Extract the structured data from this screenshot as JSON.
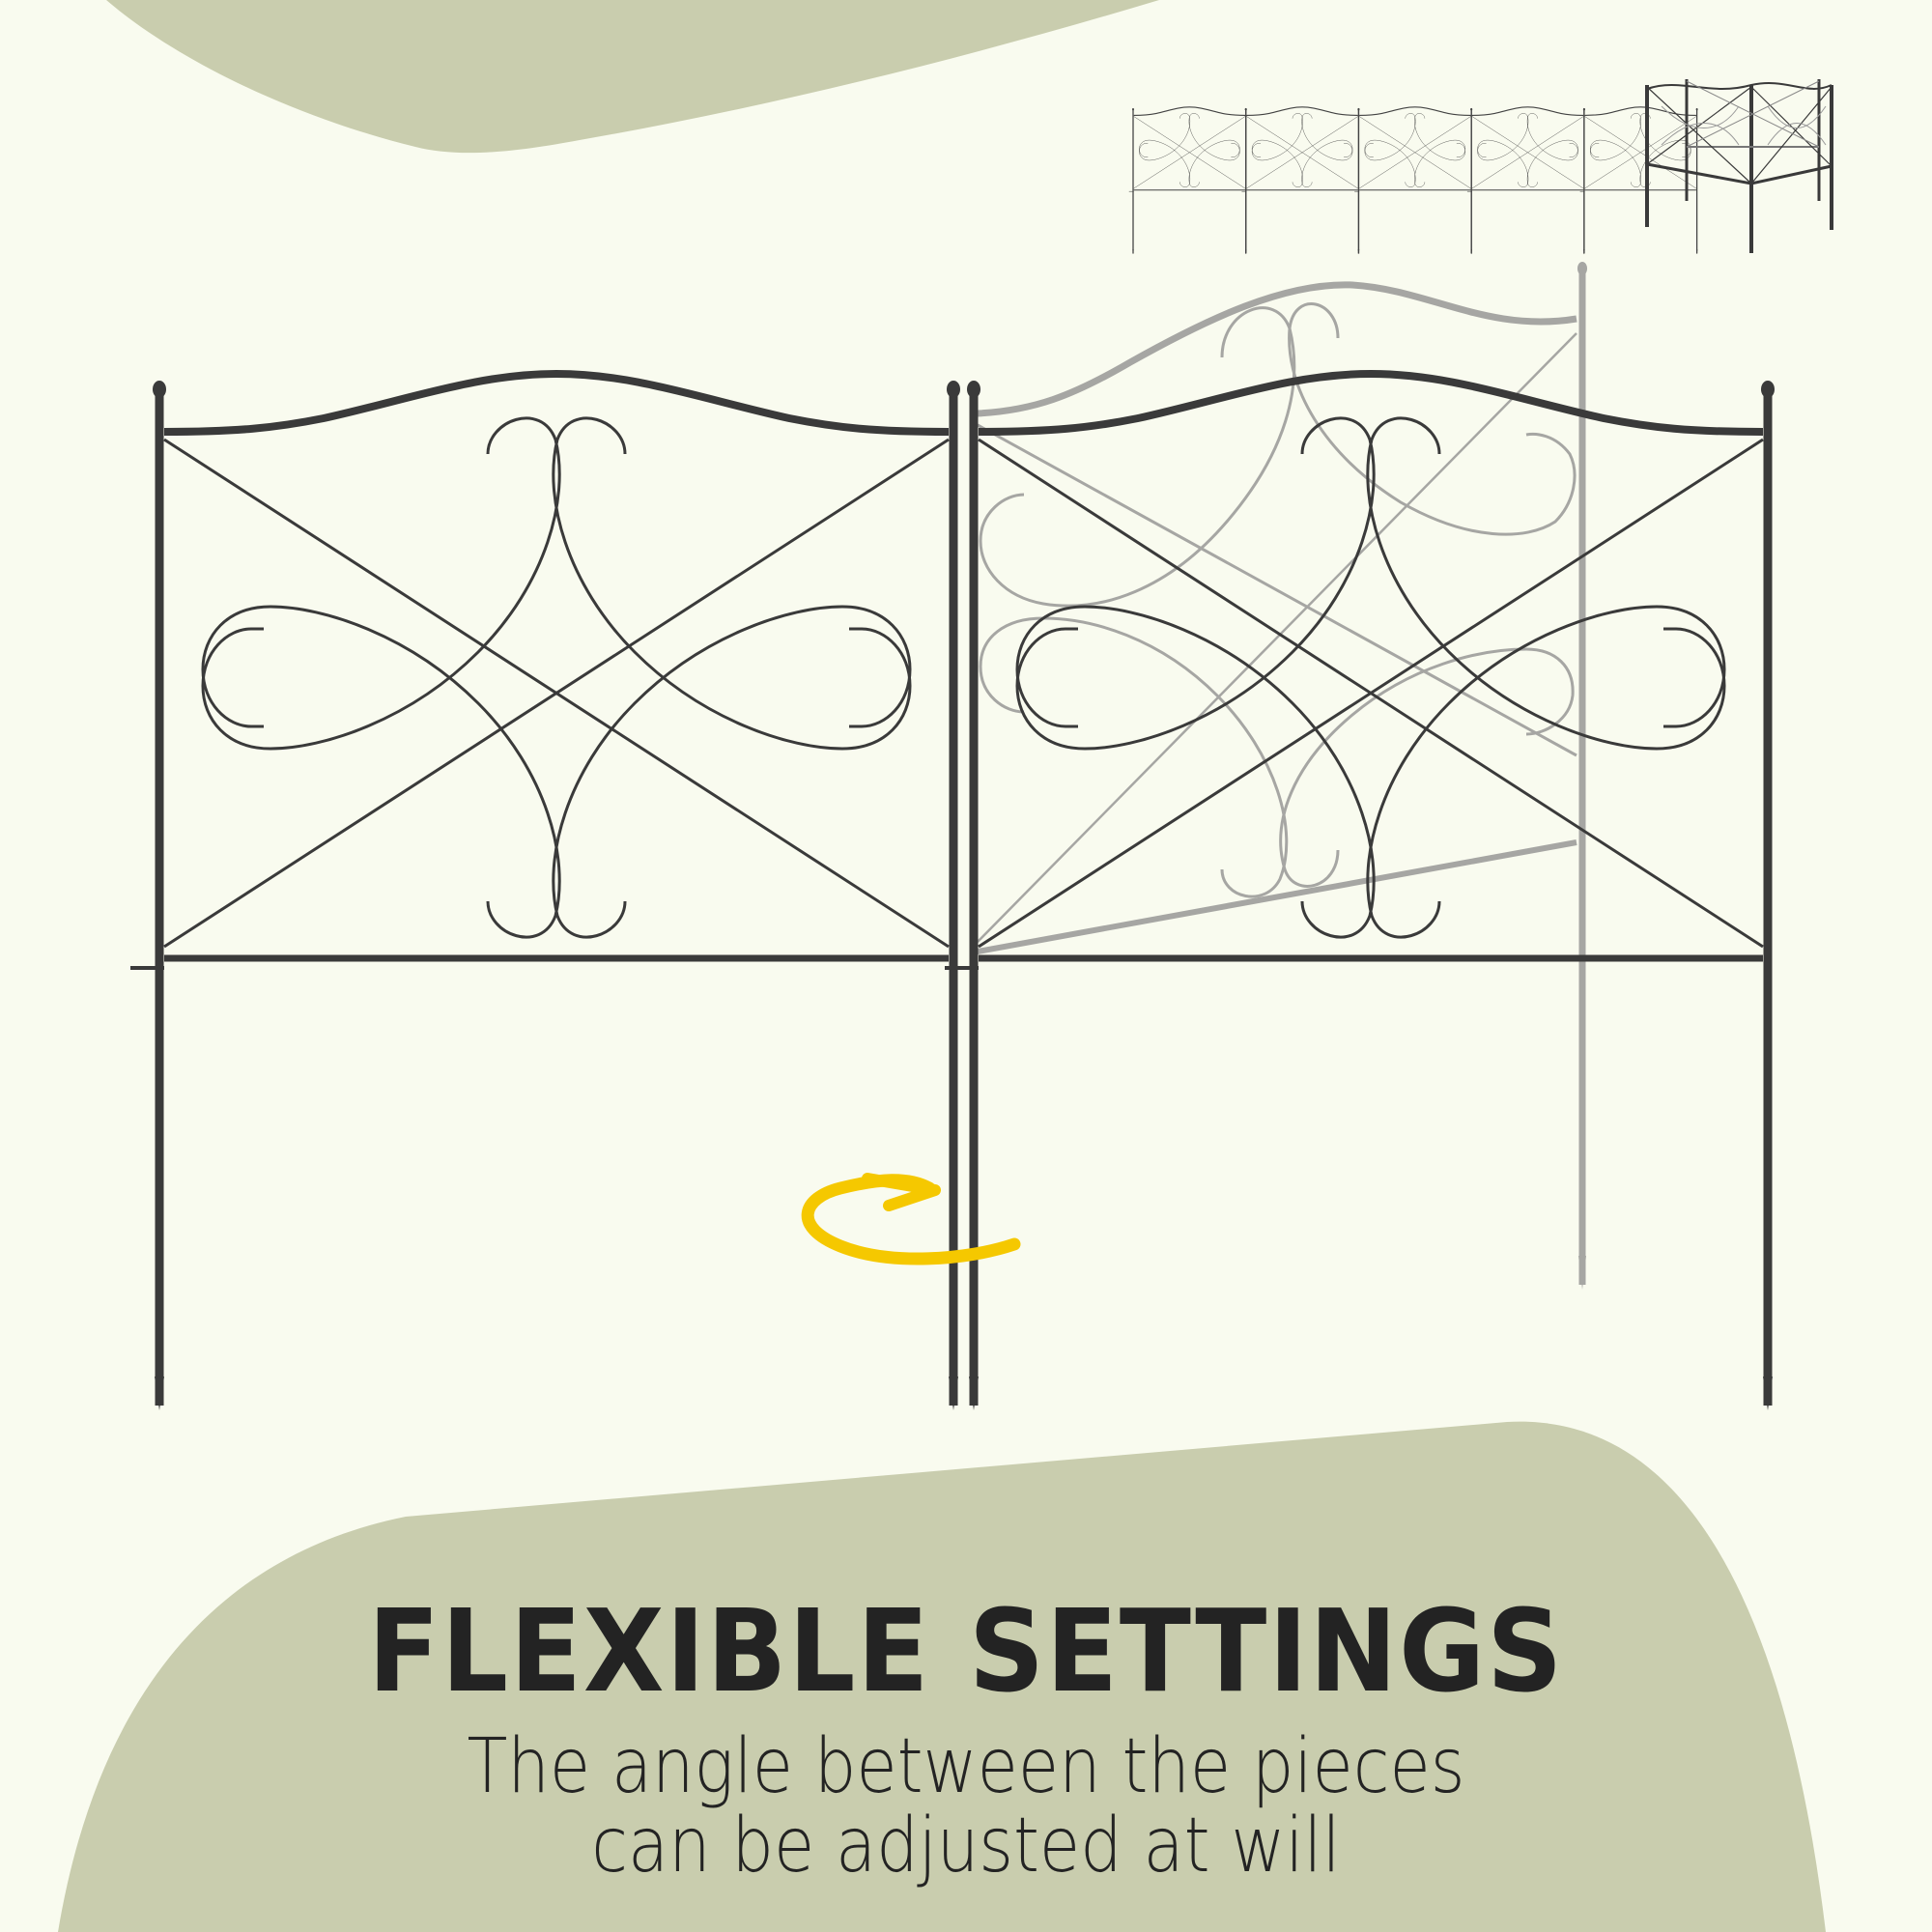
{
  "colors": {
    "background": "#f9fbef",
    "blob": "#c9cdae",
    "fence_dark": "#3a3a3a",
    "fence_ghost": "#a6a6a3",
    "arrow": "#f5c800",
    "text": "#232323"
  },
  "headline": "FLEXIBLE SETTINGS",
  "description": {
    "line1": "The angle between the pieces",
    "line2": "can be adjusted at will"
  },
  "thumbnails": [
    {
      "name": "straight-fence-layout",
      "panels": 5
    },
    {
      "name": "hexagonal-fence-layout",
      "panels": 4
    }
  ],
  "main_illustration": {
    "panels": 2,
    "rotation_indicator": "rotate-arrow"
  }
}
